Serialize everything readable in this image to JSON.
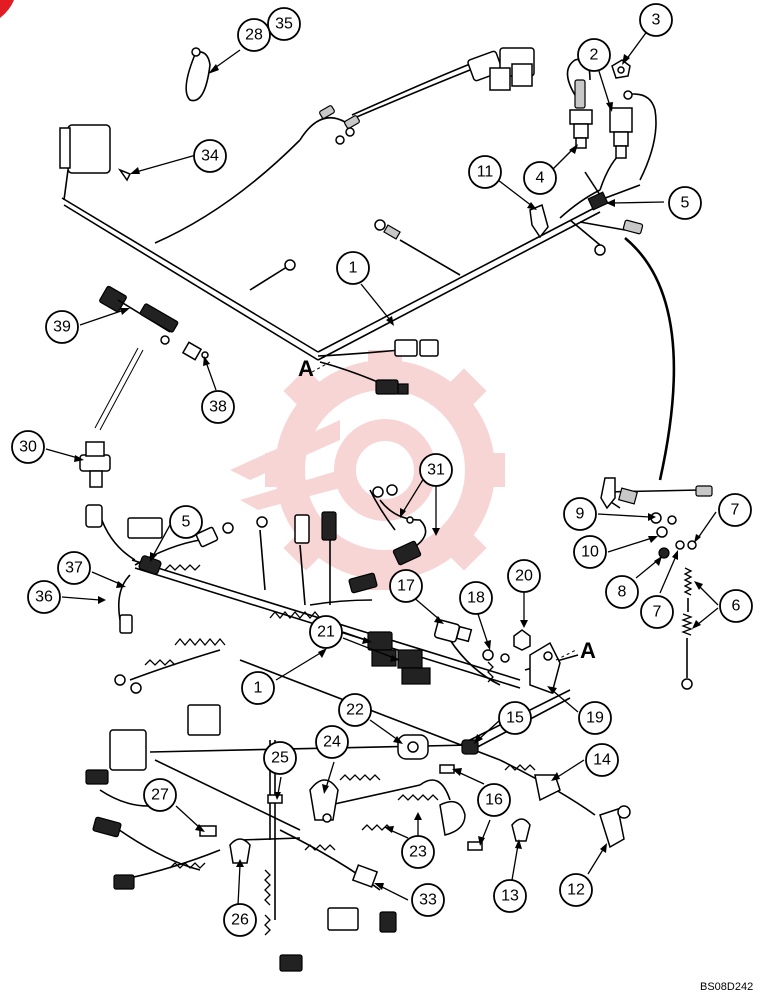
{
  "figure": {
    "reference_code": "BS08D242",
    "section_marker": "A",
    "callouts": [
      {
        "id": "c1a",
        "label": "1"
      },
      {
        "id": "c1b",
        "label": "1"
      },
      {
        "id": "c2",
        "label": "2"
      },
      {
        "id": "c3",
        "label": "3"
      },
      {
        "id": "c4",
        "label": "4"
      },
      {
        "id": "c5a",
        "label": "5"
      },
      {
        "id": "c5b",
        "label": "5"
      },
      {
        "id": "c6",
        "label": "6"
      },
      {
        "id": "c7a",
        "label": "7"
      },
      {
        "id": "c7b",
        "label": "7"
      },
      {
        "id": "c8",
        "label": "8"
      },
      {
        "id": "c9",
        "label": "9"
      },
      {
        "id": "c10",
        "label": "10"
      },
      {
        "id": "c11",
        "label": "11"
      },
      {
        "id": "c12",
        "label": "12"
      },
      {
        "id": "c13",
        "label": "13"
      },
      {
        "id": "c14",
        "label": "14"
      },
      {
        "id": "c15",
        "label": "15"
      },
      {
        "id": "c16",
        "label": "16"
      },
      {
        "id": "c17",
        "label": "17"
      },
      {
        "id": "c18",
        "label": "18"
      },
      {
        "id": "c19",
        "label": "19"
      },
      {
        "id": "c20",
        "label": "20"
      },
      {
        "id": "c21",
        "label": "21"
      },
      {
        "id": "c22",
        "label": "22"
      },
      {
        "id": "c23",
        "label": "23"
      },
      {
        "id": "c24",
        "label": "24"
      },
      {
        "id": "c25",
        "label": "25"
      },
      {
        "id": "c26",
        "label": "26"
      },
      {
        "id": "c27",
        "label": "27"
      },
      {
        "id": "c28",
        "label": "28"
      },
      {
        "id": "c30",
        "label": "30"
      },
      {
        "id": "c31",
        "label": "31"
      },
      {
        "id": "c33",
        "label": "33"
      },
      {
        "id": "c34",
        "label": "34"
      },
      {
        "id": "c35",
        "label": "35"
      },
      {
        "id": "c36",
        "label": "36"
      },
      {
        "id": "c37",
        "label": "37"
      },
      {
        "id": "c38",
        "label": "38"
      },
      {
        "id": "c39",
        "label": "39"
      }
    ]
  },
  "colors": {
    "line": "#000000",
    "background": "#ffffff",
    "watermark": "#f3b4b4",
    "corner_mark": "#e31b23"
  }
}
